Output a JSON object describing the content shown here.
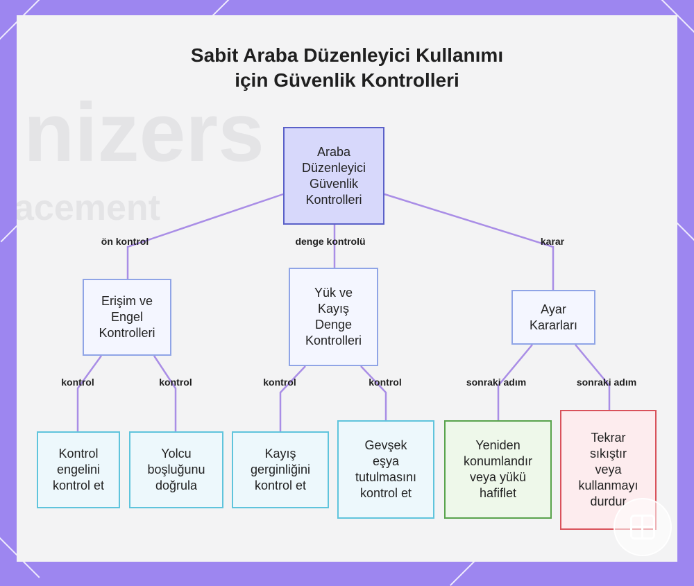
{
  "title": {
    "line1": "Sabit Araba Düzenleyici Kullanımı",
    "line2": "için Güvenlik Kontrolleri"
  },
  "background_text": {
    "word1": "nizers",
    "word2": "acement"
  },
  "nodes": {
    "root": [
      "Araba",
      "Düzenleyici",
      "Güvenlik",
      "Kontrolleri"
    ],
    "access": [
      "Erişim ve",
      "Engel",
      "Kontrolleri"
    ],
    "load": [
      "Yük ve",
      "Kayış",
      "Denge",
      "Kontrolleri"
    ],
    "decision": [
      "Ayar",
      "Kararları"
    ],
    "check_obstacle": [
      "Kontrol",
      "engelini",
      "kontrol et"
    ],
    "passenger_space": [
      "Yolcu",
      "boşluğunu",
      "doğrula"
    ],
    "strap_tension": [
      "Kayış",
      "gerginliğini",
      "kontrol et"
    ],
    "loose_items": [
      "Gevşek",
      "eşya",
      "tutulmasını",
      "kontrol et"
    ],
    "reposition": [
      "Yeniden",
      "konumlandır",
      "veya yükü",
      "hafiflet"
    ],
    "stop": [
      "Tekrar",
      "sıkıştır",
      "veya",
      "kullanmayı",
      "durdur"
    ]
  },
  "edge_labels": {
    "pre_check": "ön kontrol",
    "balance_check": "denge kontrolü",
    "decision": "karar",
    "check_1": "kontrol",
    "check_2": "kontrol",
    "check_3": "kontrol",
    "check_4": "kontrol",
    "next_step_1": "sonraki adım",
    "next_step_2": "sonraki adım"
  },
  "colors": {
    "frame": "#9d86f0",
    "edge": "#a98de6",
    "root_fill": "#d7d8fb",
    "root_border": "#5a60c8",
    "mid_border": "#8fa4e6",
    "leaf_border": "#5fc4dc",
    "green_border": "#58a34c",
    "red_border": "#d9525b"
  },
  "icons": {
    "logo": "grid-logo-icon"
  }
}
